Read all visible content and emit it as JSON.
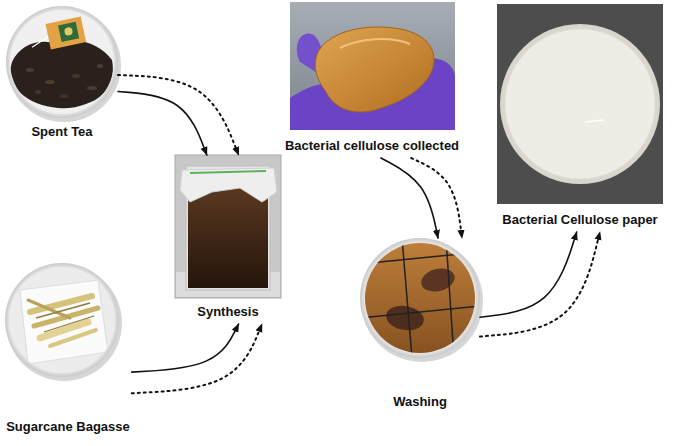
{
  "diagram": {
    "nodes": [
      {
        "text": [
          "Spent Tea"
        ]
      },
      {
        "text": [
          "Sugarcane Bagasse"
        ]
      },
      {
        "text": [
          "Synthesis"
        ]
      },
      {
        "text": [
          "Bacterial cellulose collected"
        ]
      },
      {
        "text": [
          "Washing"
        ]
      },
      {
        "text": [
          "Bacterial Cellulose paper"
        ]
      }
    ],
    "edges": [
      {
        "from": 0,
        "to": 2,
        "arrow": "to"
      },
      {
        "from": 0,
        "to": 2,
        "arrow": "to"
      },
      {
        "from": 1,
        "to": 2,
        "arrow": "to"
      },
      {
        "from": 1,
        "to": 2,
        "arrow": "to"
      },
      {
        "from": 3,
        "to": 4,
        "arrow": "to"
      },
      {
        "from": 3,
        "to": 4,
        "arrow": "to"
      },
      {
        "from": 4,
        "to": 5,
        "arrow": "to"
      },
      {
        "from": 4,
        "to": 5,
        "arrow": "to"
      }
    ]
  }
}
